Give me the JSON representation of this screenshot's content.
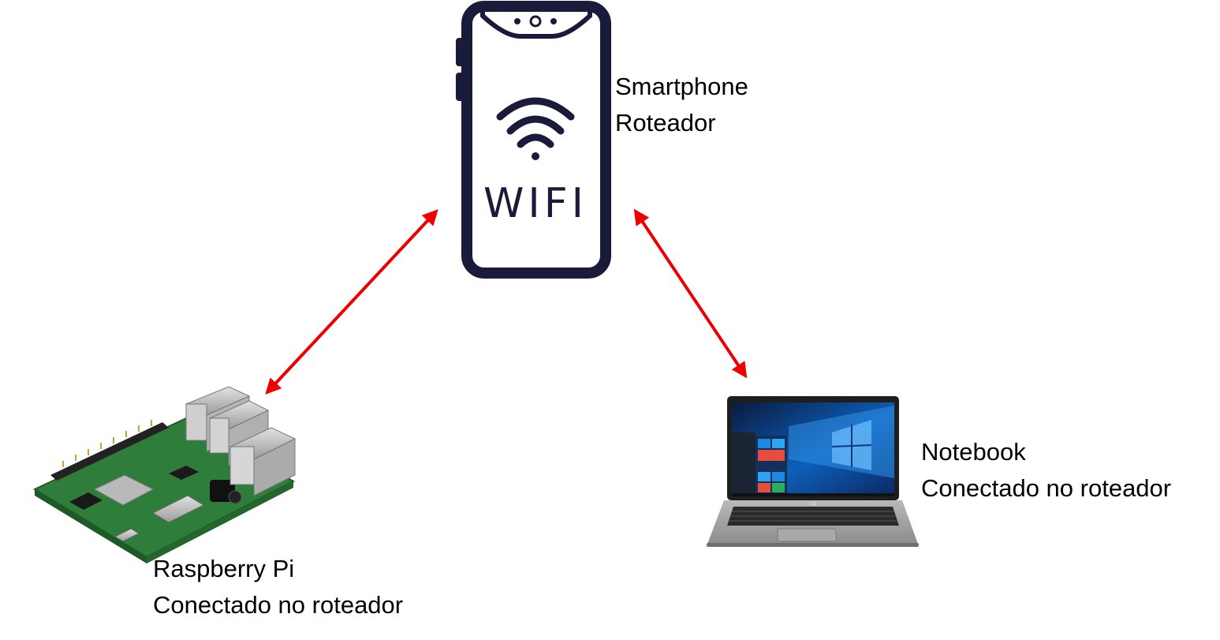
{
  "smartphone": {
    "screen_text": "WIFI",
    "label_line1": "Smartphone",
    "label_line2": "Roteador"
  },
  "notebook": {
    "label_line1": "Notebook",
    "label_line2": "Conectado no roteador"
  },
  "raspberry_pi": {
    "label_line1": "Raspberry Pi",
    "label_line2": "Conectado no roteador"
  },
  "connections": [
    {
      "from": "raspberry_pi",
      "to": "smartphone",
      "style": "double-arrow",
      "color": "#ee0000"
    },
    {
      "from": "smartphone",
      "to": "notebook",
      "style": "double-arrow",
      "color": "#ee0000"
    }
  ],
  "colors": {
    "phone_outline": "#1a1a3a",
    "arrow": "#ee0000",
    "pcb_green": "#2f7d3a",
    "laptop_body": "#9a9a9a"
  },
  "icons": [
    "wifi-icon",
    "smartphone-icon",
    "laptop-icon",
    "raspberry-pi-board-icon"
  ]
}
